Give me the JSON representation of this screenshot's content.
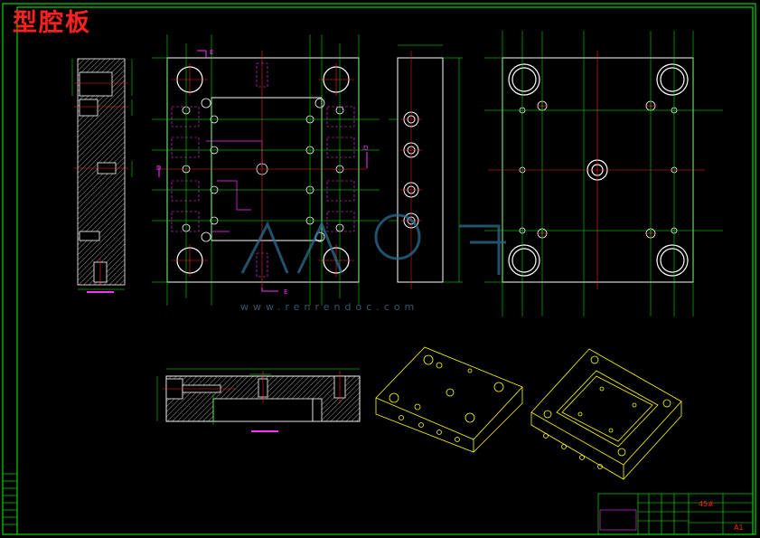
{
  "title": "型腔板",
  "section_labels": {
    "e_top": "E",
    "e_bottom": "E",
    "d_left": "D",
    "d_right": "D"
  },
  "watermark": {
    "text": "www.renrendoc.com"
  },
  "title_block": {
    "material": "45#",
    "scale": "A1"
  },
  "colors": {
    "background": "#000000",
    "frame": "#00ff00",
    "outline": "#ffffff",
    "dimension": "#00ff00",
    "center_line": "#ff2020",
    "hidden_line": "#ff30ff",
    "iso_view": "#ffff00",
    "title": "#ff2020",
    "watermark": "#2f6d8f"
  }
}
